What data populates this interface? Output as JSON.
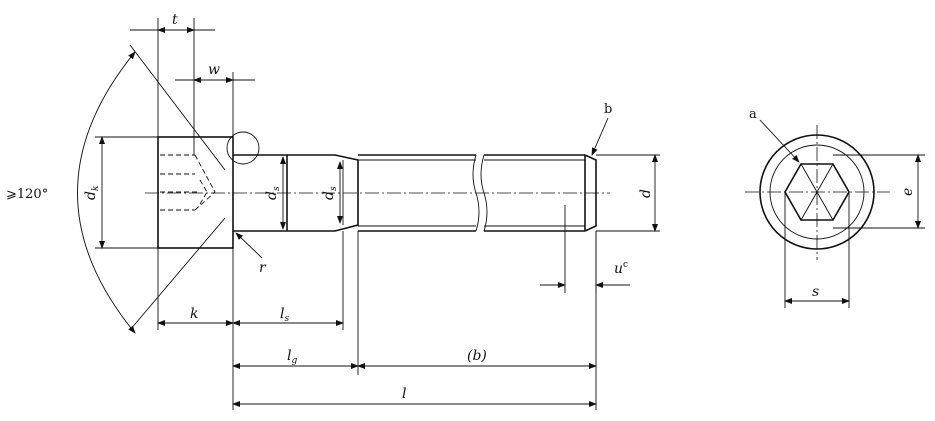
{
  "labels": {
    "t": "t",
    "w": "w",
    "b": "b",
    "a": "a",
    "angle": "⩾120°",
    "dk": "d",
    "dk_sub": "k",
    "ds1": "d",
    "ds1_sub": "s",
    "ds2": "d",
    "ds2_sub": "s",
    "d": "d",
    "r": "r",
    "u": "u",
    "u_sup": "c",
    "k": "k",
    "ls": "l",
    "ls_sub": "s",
    "lg": "l",
    "lg_sub": "g",
    "b_paren": "(b)",
    "l": "l",
    "e": "e",
    "s": "s"
  }
}
